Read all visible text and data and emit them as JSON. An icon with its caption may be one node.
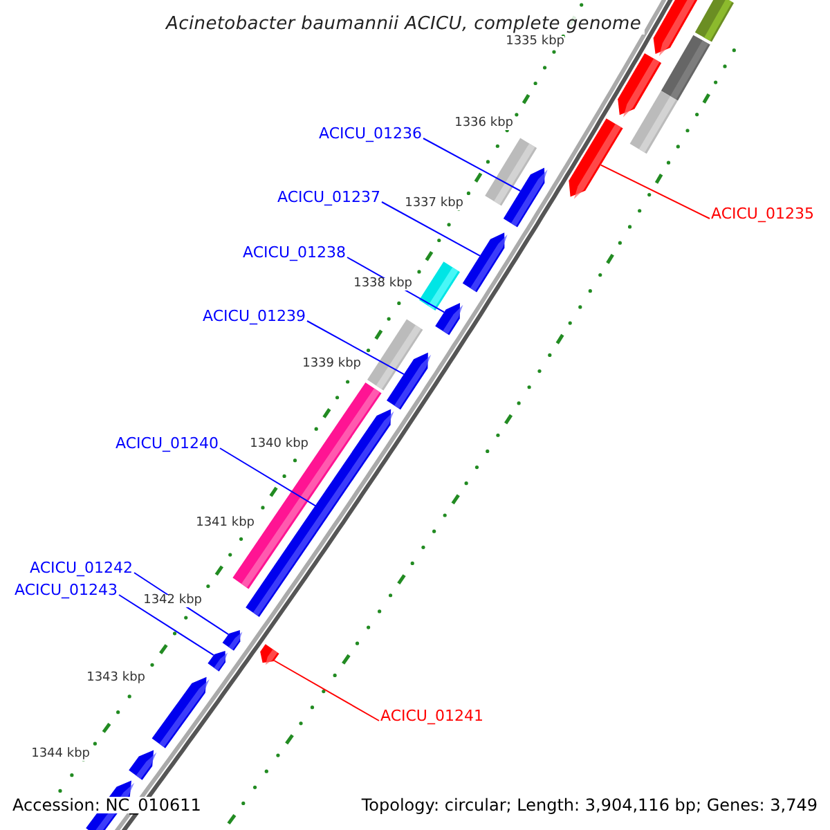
{
  "diagram": {
    "title": "Acinetobacter baumannii ACICU, complete genome",
    "nodes": [
      {
        "text": [
          "ACICU_01236"
        ]
      },
      {
        "text": [
          "ACICU_01237"
        ]
      },
      {
        "text": [
          "ACICU_01235"
        ]
      },
      {
        "text": [
          "ACICU_01238"
        ]
      },
      {
        "text": [
          "ACICU_01239"
        ]
      },
      {
        "text": [
          "ACICU_01240"
        ]
      },
      {
        "text": [
          "ACICU_01242"
        ]
      },
      {
        "text": [
          "ACICU_01243"
        ]
      },
      {
        "text": [
          "ACICU_01241"
        ]
      },
      {
        "text": [],
        "shape": "arrow"
      },
      {
        "text": [],
        "shape": "arrow"
      },
      {
        "text": [],
        "shape": "arrow"
      },
      {
        "text": [],
        "shape": "arrow"
      },
      {
        "text": [],
        "shape": "arrow"
      },
      {
        "text": [],
        "shape": "arrow"
      },
      {
        "text": [],
        "shape": "arrow"
      },
      {
        "text": [],
        "shape": "arrow"
      },
      {
        "text": [],
        "shape": "arrow"
      },
      {
        "text": [],
        "shape": "arrow"
      },
      {
        "text": [],
        "shape": "arrow"
      },
      {
        "text": [],
        "shape": "arrow"
      },
      {
        "text": [],
        "shape": "arrow"
      },
      {
        "text": [],
        "shape": "arrow"
      }
    ],
    "edges": [
      {
        "from": 0,
        "to": 12,
        "arrow": "none"
      },
      {
        "from": 1,
        "to": 13,
        "arrow": "none"
      },
      {
        "from": 2,
        "to": 11,
        "arrow": "none",
        "color": "#ff0000"
      },
      {
        "from": 3,
        "to": 14,
        "arrow": "none"
      },
      {
        "from": 4,
        "to": 15,
        "arrow": "none"
      },
      {
        "from": 5,
        "to": 16,
        "arrow": "none"
      },
      {
        "from": 6,
        "to": 18,
        "arrow": "none"
      },
      {
        "from": 7,
        "to": 19,
        "arrow": "none"
      },
      {
        "from": 8,
        "to": 17,
        "arrow": "none",
        "color": "#ff0000"
      }
    ],
    "labels": [
      "1335 kbp",
      "1336 kbp",
      "1337 kbp",
      "1338 kbp",
      "1339 kbp",
      "1340 kbp",
      "1341 kbp",
      "1342 kbp",
      "1343 kbp",
      "1344 kbp",
      "Accession: NC_010611",
      "Topology: circular; Length: 3,904,116 bp; Genes: 3,749"
    ]
  }
}
